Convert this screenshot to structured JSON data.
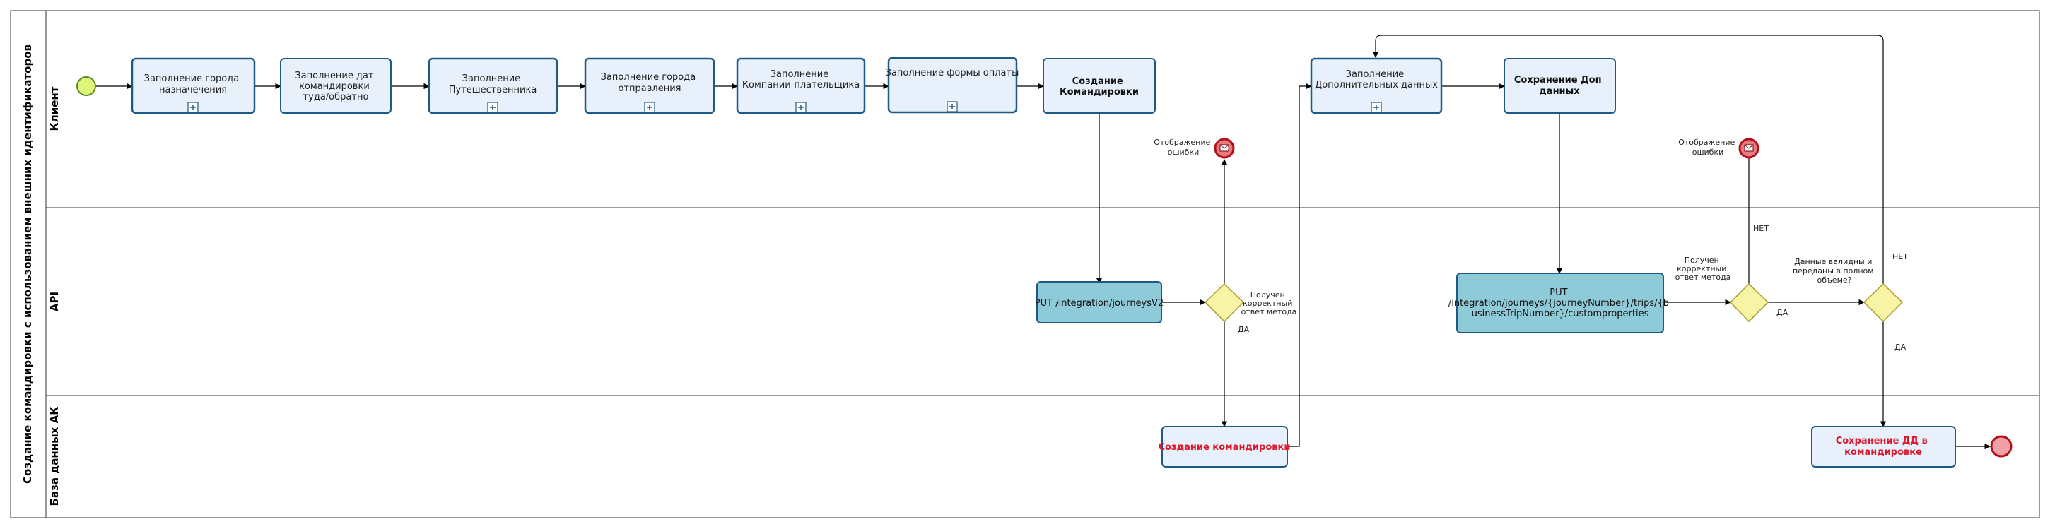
{
  "pool": {
    "title": "Создание командировки с использованием внешних идентификаторов",
    "lanes": [
      "Клиент",
      "API",
      "База данных АК"
    ]
  },
  "tasks": {
    "city_dest": [
      "Заполнение города",
      "назначечения"
    ],
    "dates": [
      "Заполнение дат",
      "командировки",
      "туда/обратно"
    ],
    "traveler": [
      "Заполнение",
      "Путешественника"
    ],
    "city_depart": [
      "Заполнение города",
      "отправления"
    ],
    "payer": [
      "Заполнение",
      "Компании-плательщика"
    ],
    "payment": [
      "Заполнение формы оплаты"
    ],
    "create_trip": [
      "Создание",
      "Командировки"
    ],
    "fill_additional": [
      "Заполнение",
      "Дополнительных данных"
    ],
    "save_additional": [
      "Сохранение Доп",
      "данных"
    ],
    "put_journeys": [
      "PUT /integration/journeysV2"
    ],
    "put_custom": [
      "PUT",
      "/integration/journeys/{journeyNumber}/trips/{b",
      "usinessTripNumber}/customproperties"
    ],
    "db_create": [
      "Создание командировки"
    ],
    "db_save": [
      "Сохранение ДД в",
      "командировке"
    ]
  },
  "annotations": {
    "error1": [
      "Отображение",
      "ошибки"
    ],
    "error2": [
      "Отображение",
      "ошибки"
    ],
    "gw1": [
      "Получен",
      "корректный",
      "ответ метода"
    ],
    "gw2": [
      "Получен",
      "корректный",
      "ответ метода"
    ],
    "gw3": [
      "Данные валидны и",
      "переданы в полном",
      "объеме?"
    ],
    "yes1": "ДА",
    "yes2": "ДА",
    "yes3": "ДА",
    "no1": "НЕТ",
    "no2": "НЕТ"
  },
  "colors": {
    "task_fill": "#e8f0fb",
    "task_stroke": "#1f5a85",
    "api_fill": "#8fcad8",
    "start_fill": "#dcf57a",
    "start_stroke": "#5a8a1c",
    "gateway_fill": "#f7f4a6",
    "gateway_stroke": "#a79c2c",
    "error_fill": "#e8797f",
    "error_stroke": "#b0101a",
    "end_fill": "#f2a0a6",
    "red_text": "#e0172a"
  }
}
